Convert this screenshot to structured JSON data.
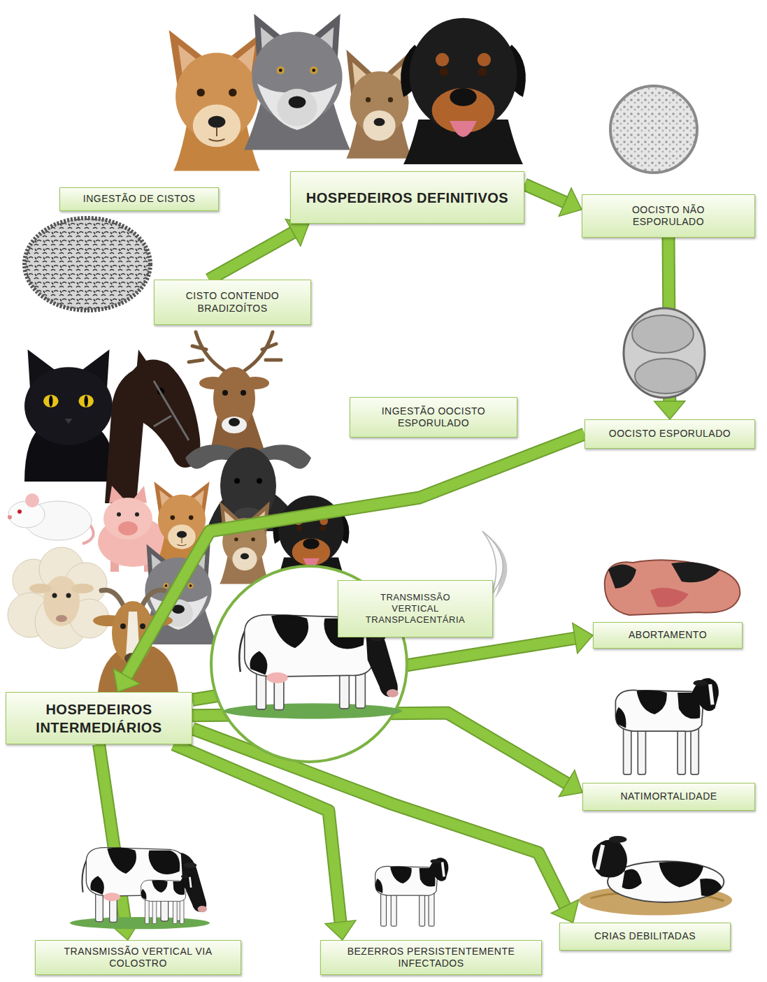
{
  "diagram": {
    "nodes": [
      {
        "text": [
          "HOSPEDEIROS DEFINITIVOS"
        ]
      },
      {
        "text": [
          "INGESTÃO DE CISTOS"
        ]
      },
      {
        "text": [
          "OOCISTO NÃO ESPORULADO"
        ]
      },
      {
        "text": [
          "CISTO CONTENDO BRADIZOÍTOS"
        ]
      },
      {
        "text": [
          "INGESTÃO OOCISTO ESPORULADO"
        ]
      },
      {
        "text": [
          "OOCISTO ESPORULADO"
        ]
      },
      {
        "text": [
          "TRANSMISSÃO VERTICAL TRANSPLACENTÁRIA"
        ]
      },
      {
        "text": [
          "ABORTAMENTO"
        ]
      },
      {
        "text": [
          "HOSPEDEIROS INTERMEDIÁRIOS"
        ]
      },
      {
        "text": [
          "NATIMORTALIDADE"
        ]
      },
      {
        "text": [
          "CRIAS DEBILITADAS"
        ]
      },
      {
        "text": [
          "TRANSMISSÃO VERTICAL VIA COLOSTRO"
        ]
      },
      {
        "text": [
          "BEZERROS PERSISTENTEMENTE INFECTADOS"
        ]
      }
    ],
    "edges": [
      {
        "from": 0,
        "to": 2,
        "arrow": "to"
      },
      {
        "from": 2,
        "to": 5,
        "arrow": "to"
      },
      {
        "from": 3,
        "to": 0,
        "arrow": "to"
      },
      {
        "from": 5,
        "to": 8,
        "arrow": "to"
      },
      {
        "from": 8,
        "to": 7,
        "arrow": "to"
      },
      {
        "from": 8,
        "to": 9,
        "arrow": "to"
      },
      {
        "from": 8,
        "to": 10,
        "arrow": "to"
      },
      {
        "from": 8,
        "to": 11,
        "arrow": "to"
      },
      {
        "from": 8,
        "to": 12,
        "arrow": "to"
      }
    ]
  }
}
